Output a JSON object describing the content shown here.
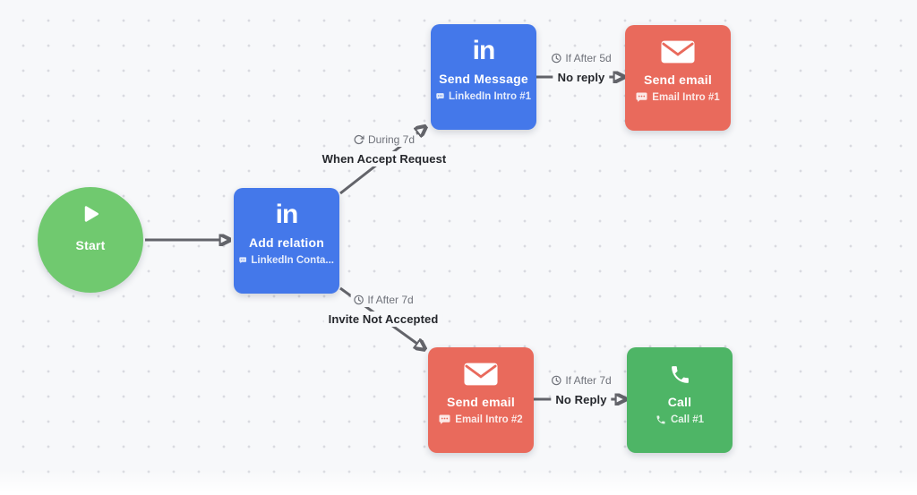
{
  "canvas": {
    "background_color": "#f7f8fa",
    "dot_color": "#d9dae0",
    "edge_color": "#63646a"
  },
  "nodes": {
    "start": {
      "label": "Start",
      "color": "#70c96f",
      "icon": "play"
    },
    "add_relation": {
      "icon_text": "in",
      "title": "Add relation",
      "subtitle": "LinkedIn Conta...",
      "color": "#4478ea",
      "icon": "linkedin",
      "subtitle_icon": "chat-bubble"
    },
    "send_message": {
      "icon_text": "in",
      "title": "Send Message",
      "subtitle": "LinkedIn Intro #1",
      "color": "#4478ea",
      "icon": "linkedin",
      "subtitle_icon": "chat-bubble"
    },
    "send_email_1": {
      "title": "Send email",
      "subtitle": "Email Intro #1",
      "color": "#e96a5c",
      "icon": "envelope",
      "subtitle_icon": "chat-bubble"
    },
    "send_email_2": {
      "title": "Send email",
      "subtitle": "Email Intro #2",
      "color": "#e96a5c",
      "icon": "envelope",
      "subtitle_icon": "chat-bubble"
    },
    "call": {
      "title": "Call",
      "subtitle": "Call #1",
      "color": "#4eb566",
      "icon": "phone",
      "subtitle_icon": "phone"
    }
  },
  "edges": {
    "accept": {
      "condition": "During 7d",
      "condition_icon": "sync-icon",
      "label": "When Accept Request"
    },
    "no_reply_top": {
      "condition": "If After 5d",
      "condition_icon": "clock-icon",
      "label": "No reply"
    },
    "not_accepted": {
      "condition": "If After 7d",
      "condition_icon": "clock-icon",
      "label": "Invite Not Accepted"
    },
    "no_reply_bottom": {
      "condition": "If After 7d",
      "condition_icon": "clock-icon",
      "label": "No Reply"
    }
  }
}
